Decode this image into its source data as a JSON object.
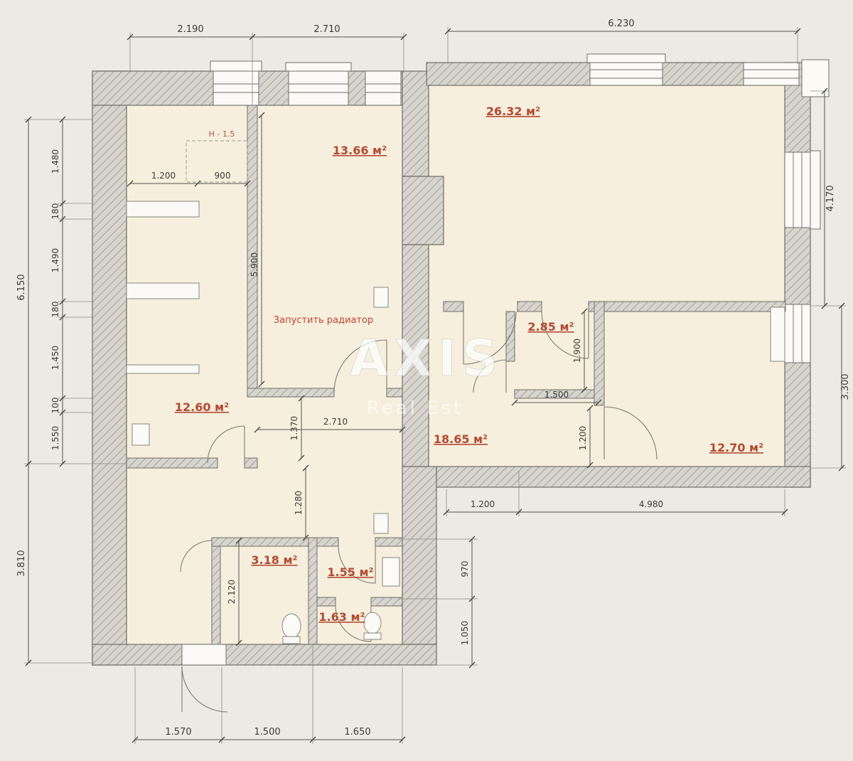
{
  "colors": {
    "background": "#eceae5",
    "room_fill": "#f6efdd",
    "wall_fill": "#d7d5ce",
    "wall_hatch": "#a3a199",
    "wall_outline": "#6f6d66",
    "dimension_text": "#3c3a36",
    "area_label": "#b34a32",
    "annotation": "#c0452e",
    "watermark": "#ffffff"
  },
  "watermark": {
    "line1": "AXIS",
    "line2": "Real Est"
  },
  "notes": {
    "radiator": "Запустить радиатор",
    "height": "H - 1.5"
  },
  "rooms": [
    {
      "id": "living-room",
      "area": "26.32 м²"
    },
    {
      "id": "kitchen",
      "area": "13.66 м²"
    },
    {
      "id": "bedroom-left",
      "area": "12.60 м²"
    },
    {
      "id": "pantry",
      "area": "2.85 м²"
    },
    {
      "id": "hall",
      "area": "18.65 м²"
    },
    {
      "id": "bedroom-right",
      "area": "12.70 м²"
    },
    {
      "id": "bathroom",
      "area": "3.18 м²"
    },
    {
      "id": "wc-upper",
      "area": "1.55 м²"
    },
    {
      "id": "wc-lower",
      "area": "1.63 м²"
    }
  ],
  "dims": {
    "top": [
      "2.190",
      "2.710",
      "6.230"
    ],
    "left_outer": [
      "6.150",
      "3.810"
    ],
    "left_inner": [
      "1.480",
      "180",
      "1.490",
      "180",
      "1.450",
      "100",
      "1.550"
    ],
    "right": [
      "4.170",
      "3.300"
    ],
    "bottom": [
      "1.570",
      "1.500",
      "1.650"
    ],
    "inner": [
      "1.200",
      "900",
      "5.900",
      "1.370",
      "2.710",
      "1.280",
      "2.120",
      "1.900",
      "1.500",
      "1.200",
      "1.200",
      "4.980",
      "970",
      "1.050"
    ]
  }
}
